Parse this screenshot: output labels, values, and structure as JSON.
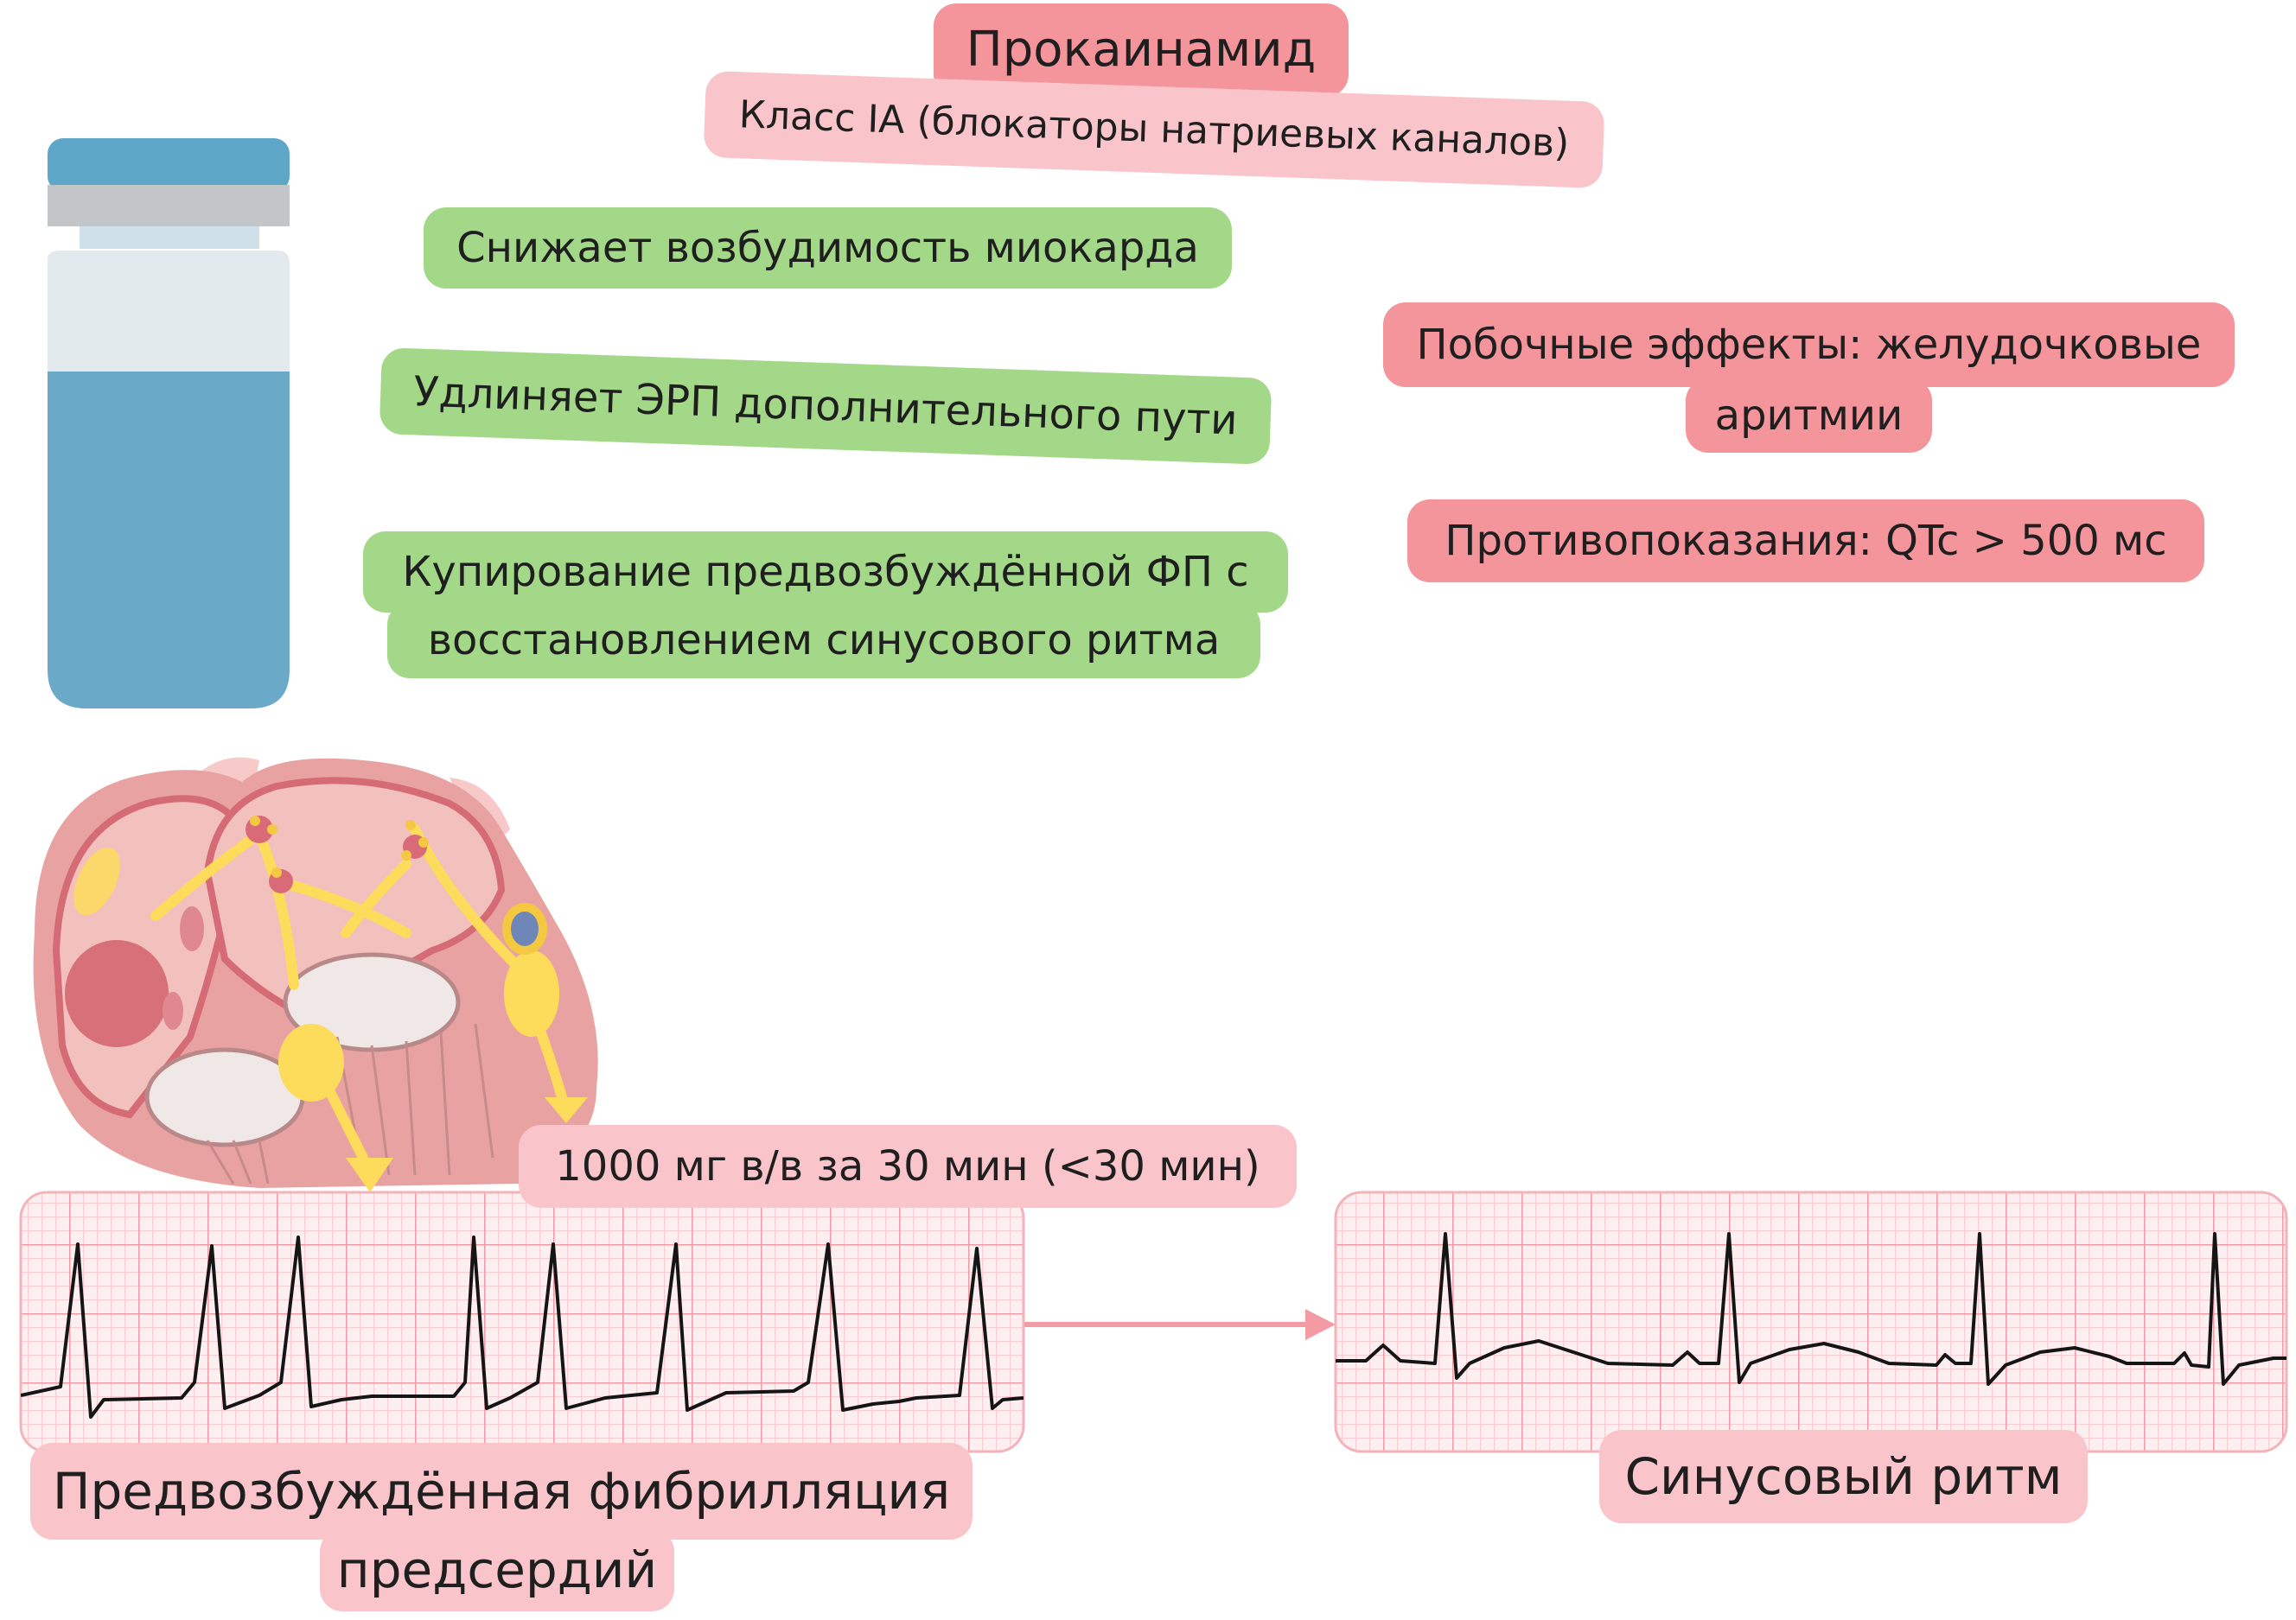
{
  "drug": {
    "name": "Прокаинамид",
    "class": "Класс IA (блокаторы натриевых каналов)"
  },
  "effects": {
    "e1": "Снижает возбудимость миокарда",
    "e2": "Удлиняет ЭРП дополнительного пути",
    "e3_line1": "Купирование предвозбуждённой ФП с",
    "e3_line2": "восстановлением синусового ритма"
  },
  "side_effects": {
    "line1": "Побочные эффекты: желудочковые",
    "line2": "аритмии"
  },
  "contraindications": "Противопоказания: QTc > 500 мс",
  "dose": "1000 мг в/в за 30 мин (<30 мин)",
  "ecg_left": {
    "label_line1": "Предвозбуждённая фибрилляция",
    "label_line2": "предсердий"
  },
  "ecg_right": {
    "label": "Синусовый ритм"
  },
  "colors": {
    "pink": "#f4949b",
    "light_pink": "#f9c5ca",
    "green": "#a4d889",
    "vial_blue": "#6aaac8",
    "ecg_grid": "#f0a3ac",
    "conduction_yellow": "#fddc5c"
  }
}
